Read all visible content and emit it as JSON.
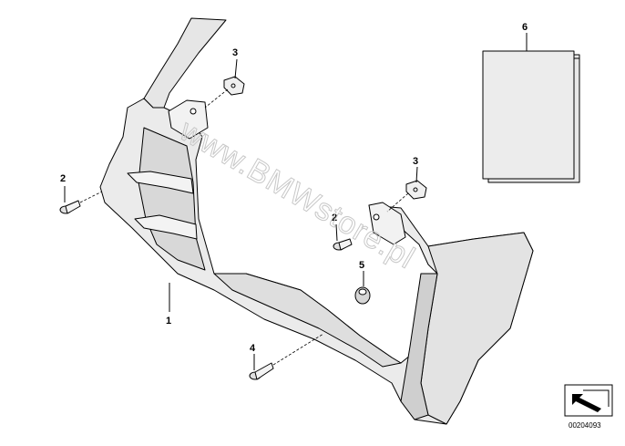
{
  "diagram": {
    "callouts": [
      {
        "id": "callout-1",
        "label": "1"
      },
      {
        "id": "callout-2a",
        "label": "2"
      },
      {
        "id": "callout-2b",
        "label": "2"
      },
      {
        "id": "callout-3a",
        "label": "3"
      },
      {
        "id": "callout-3b",
        "label": "3"
      },
      {
        "id": "callout-4",
        "label": "4"
      },
      {
        "id": "callout-5",
        "label": "5"
      },
      {
        "id": "callout-6",
        "label": "6"
      }
    ],
    "watermark": "www.BMWstore.pl",
    "doc_id": "00204093",
    "colors": {
      "part_fill": "#ececec",
      "part_shade": "#d9d9d9",
      "part_dark": "#c4c4c4",
      "line": "#000000"
    }
  }
}
